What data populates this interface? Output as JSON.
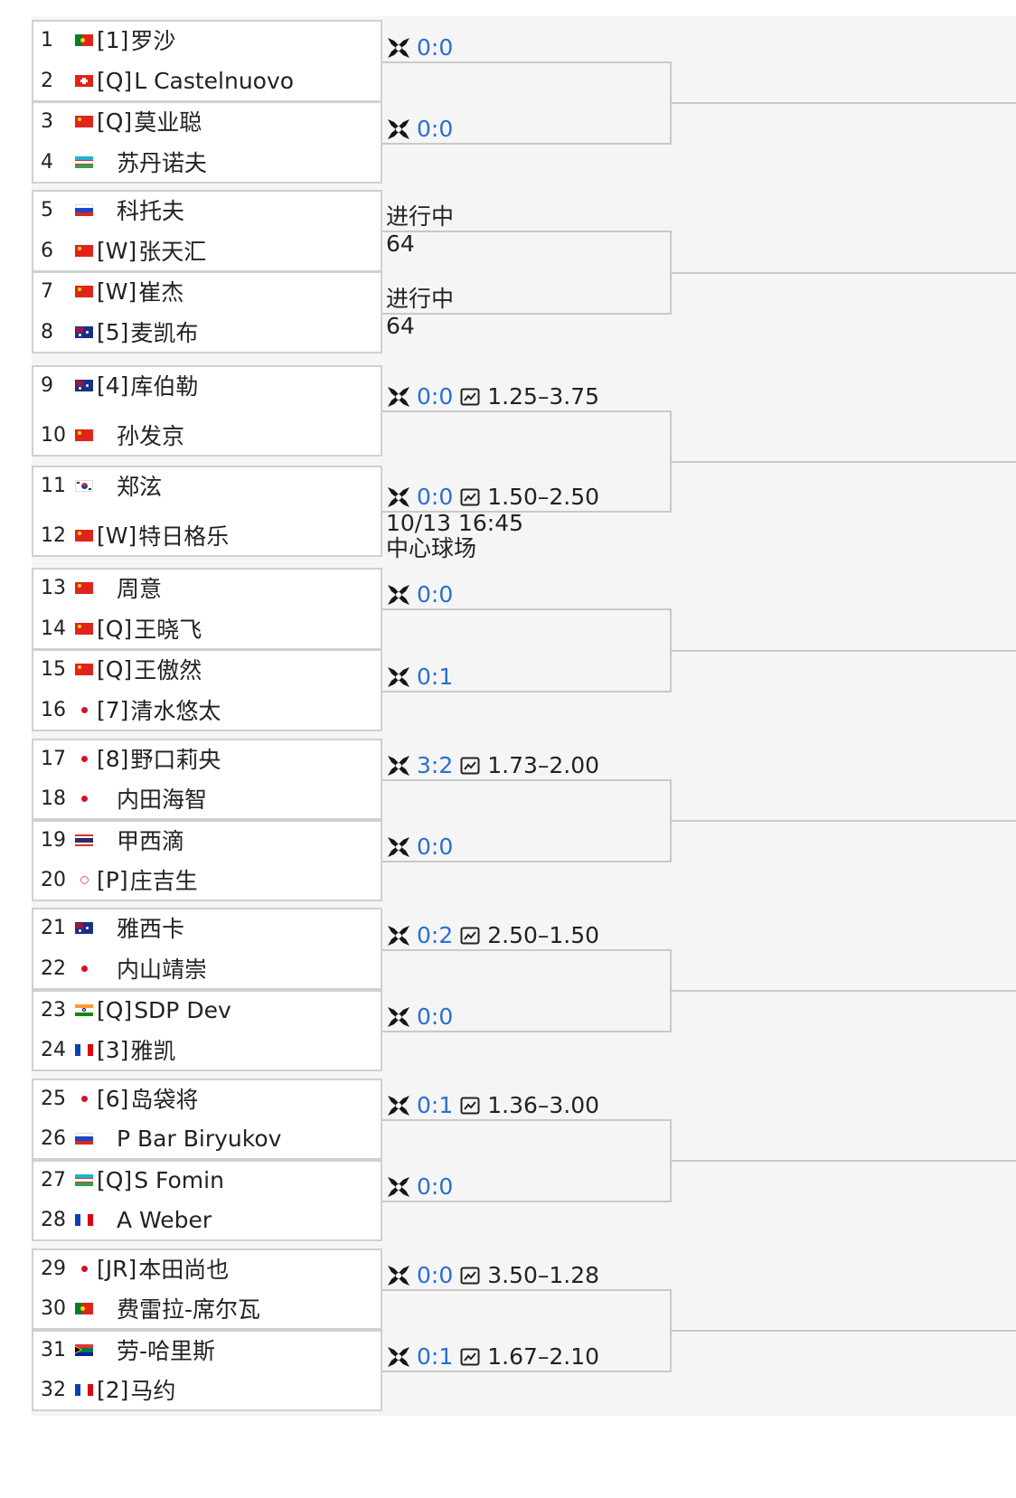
{
  "players": [
    {
      "num": "1",
      "flag": "pt",
      "seed": "[1]",
      "name": "罗沙"
    },
    {
      "num": "2",
      "flag": "ch",
      "seed": "[Q]",
      "name": "L Castelnuovo"
    },
    {
      "num": "3",
      "flag": "cn",
      "seed": "[Q]",
      "name": "莫业聪"
    },
    {
      "num": "4",
      "flag": "uz",
      "seed": "",
      "name": "苏丹诺夫"
    },
    {
      "num": "5",
      "flag": "ru",
      "seed": "",
      "name": "科托夫"
    },
    {
      "num": "6",
      "flag": "cn",
      "seed": "[W]",
      "name": "张天汇"
    },
    {
      "num": "7",
      "flag": "cn",
      "seed": "[W]",
      "name": "崔杰"
    },
    {
      "num": "8",
      "flag": "au",
      "seed": "[5]",
      "name": "麦凯布"
    },
    {
      "num": "9",
      "flag": "au",
      "seed": "[4]",
      "name": "库伯勒"
    },
    {
      "num": "10",
      "flag": "cn",
      "seed": "",
      "name": "孙发京"
    },
    {
      "num": "11",
      "flag": "kr",
      "seed": "",
      "name": "郑泫"
    },
    {
      "num": "12",
      "flag": "cn",
      "seed": "[W]",
      "name": "特日格乐"
    },
    {
      "num": "13",
      "flag": "cn",
      "seed": "",
      "name": "周意"
    },
    {
      "num": "14",
      "flag": "cn",
      "seed": "[Q]",
      "name": "王晓飞"
    },
    {
      "num": "15",
      "flag": "cn",
      "seed": "[Q]",
      "name": "王傲然"
    },
    {
      "num": "16",
      "flag": "jp",
      "seed": "[7]",
      "name": "清水悠太"
    },
    {
      "num": "17",
      "flag": "jp",
      "seed": "[8]",
      "name": "野口莉央"
    },
    {
      "num": "18",
      "flag": "jp",
      "seed": "",
      "name": "内田海智"
    },
    {
      "num": "19",
      "flag": "th",
      "seed": "",
      "name": "甲西滴"
    },
    {
      "num": "20",
      "flag": "tw",
      "seed": "[P]",
      "name": "庄吉生"
    },
    {
      "num": "21",
      "flag": "au",
      "seed": "",
      "name": "雅西卡"
    },
    {
      "num": "22",
      "flag": "jp",
      "seed": "",
      "name": "内山靖崇"
    },
    {
      "num": "23",
      "flag": "in",
      "seed": "[Q]",
      "name": "SDP Dev"
    },
    {
      "num": "24",
      "flag": "fr",
      "seed": "[3]",
      "name": "雅凯"
    },
    {
      "num": "25",
      "flag": "jp",
      "seed": "[6]",
      "name": "岛袋将"
    },
    {
      "num": "26",
      "flag": "ru",
      "seed": "",
      "name": "P Bar Biryukov"
    },
    {
      "num": "27",
      "flag": "uz",
      "seed": "[Q]",
      "name": "S Fomin"
    },
    {
      "num": "28",
      "flag": "fr",
      "seed": "",
      "name": "A Weber"
    },
    {
      "num": "29",
      "flag": "jp",
      "seed": "[JR]",
      "name": "本田尚也"
    },
    {
      "num": "30",
      "flag": "pt",
      "seed": "",
      "name": "费雷拉-席尔瓦"
    },
    {
      "num": "31",
      "flag": "za",
      "seed": "",
      "name": "劳-哈里斯"
    },
    {
      "num": "32",
      "flag": "fr",
      "seed": "[2]",
      "name": "马约"
    }
  ],
  "matches": [
    {
      "score": "0:0",
      "odds": ""
    },
    {
      "score": "0:0",
      "odds": ""
    },
    {
      "status": "进行中",
      "extra": "64"
    },
    {
      "status": "进行中",
      "extra": "64"
    },
    {
      "score": "0:0",
      "odds": "1.25–3.75"
    },
    {
      "score": "0:0",
      "odds": "1.50–2.50",
      "time": "10/13 16:45",
      "court": "中心球场"
    },
    {
      "score": "0:0",
      "odds": ""
    },
    {
      "score": "0:1",
      "odds": ""
    },
    {
      "score": "3:2",
      "odds": "1.73–2.00"
    },
    {
      "score": "0:0",
      "odds": ""
    },
    {
      "score": "0:2",
      "odds": "2.50–1.50"
    },
    {
      "score": "0:0",
      "odds": ""
    },
    {
      "score": "0:1",
      "odds": "1.36–3.00"
    },
    {
      "score": "0:0",
      "odds": ""
    },
    {
      "score": "0:0",
      "odds": "3.50–1.28"
    },
    {
      "score": "0:1",
      "odds": "1.67–2.10"
    }
  ],
  "colors": {
    "score": "#2a6fcf",
    "band": "#f5f5f5",
    "line": "#c9c9c9"
  },
  "icons": {
    "match_icon": "crossed-rackets-icon",
    "odds_icon": "trend-chart-icon"
  }
}
